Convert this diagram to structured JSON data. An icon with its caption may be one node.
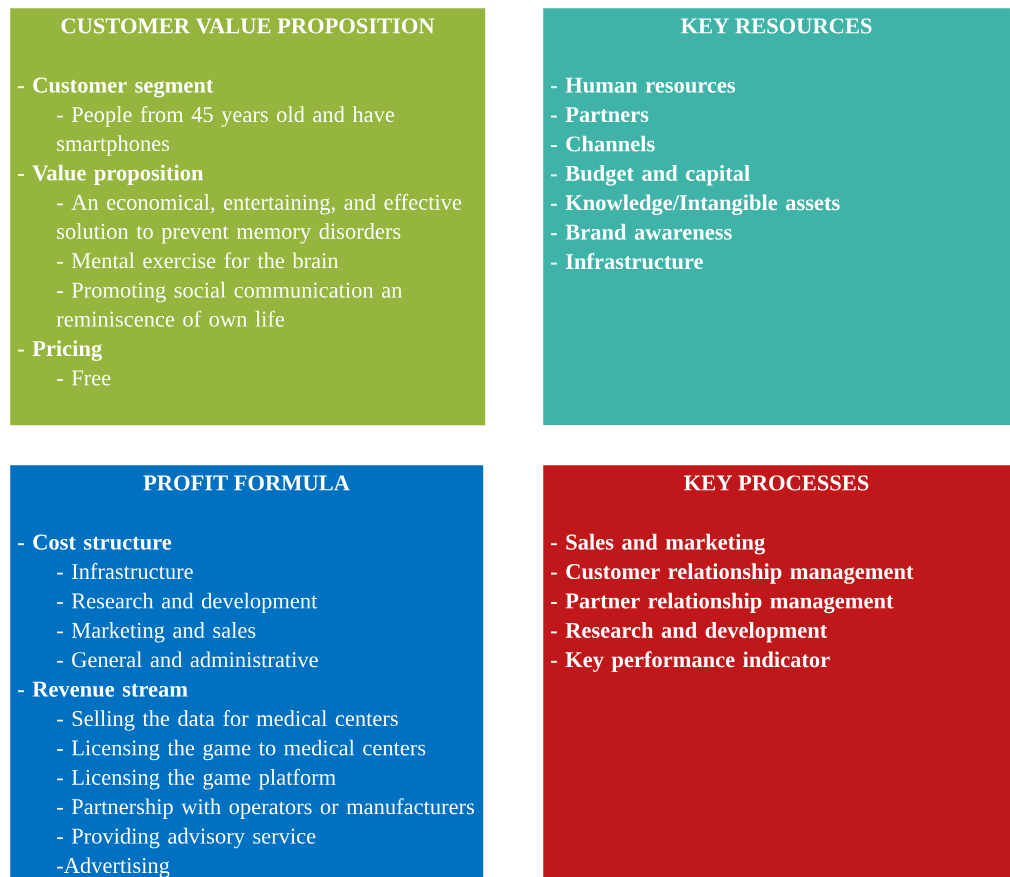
{
  "diagram": {
    "nodes": [
      {
        "text": [
          "CUSTOMER VALUE PROPOSITION",
          "- Customer segment",
          "- People from 45 years old and have smartphones",
          "- Value proposition",
          "- An economical, entertaining, and effective solution to prevent memory disorders",
          "- Mental exercise for the brain",
          "- Promoting social communication an reminiscence of own life",
          "- Pricing",
          "- Free"
        ]
      },
      {
        "text": [
          "KEY RESOURCES",
          "- Human resources",
          "- Partners",
          "- Channels",
          "- Budget and capital",
          "- Knowledge/Intangible assets",
          "- Brand awareness",
          "- Infrastructure"
        ]
      },
      {
        "text": [
          "PROFIT FORMULA",
          "- Cost structure",
          "- Infrastructure",
          "- Research and development",
          "- Marketing and sales",
          "- General and administrative",
          "- Revenue stream",
          "- Selling the data for medical centers",
          "- Licensing the game to medical centers",
          "- Licensing the game platform",
          "- Partnership with operators or manufacturers",
          "- Providing advisory service",
          "-Advertising"
        ]
      },
      {
        "text": [
          "KEY PROCESSES",
          "- Sales and marketing",
          "- Customer relationship management",
          "- Partner relationship management",
          "- Research and development",
          "- Key performance indicator"
        ]
      }
    ]
  }
}
